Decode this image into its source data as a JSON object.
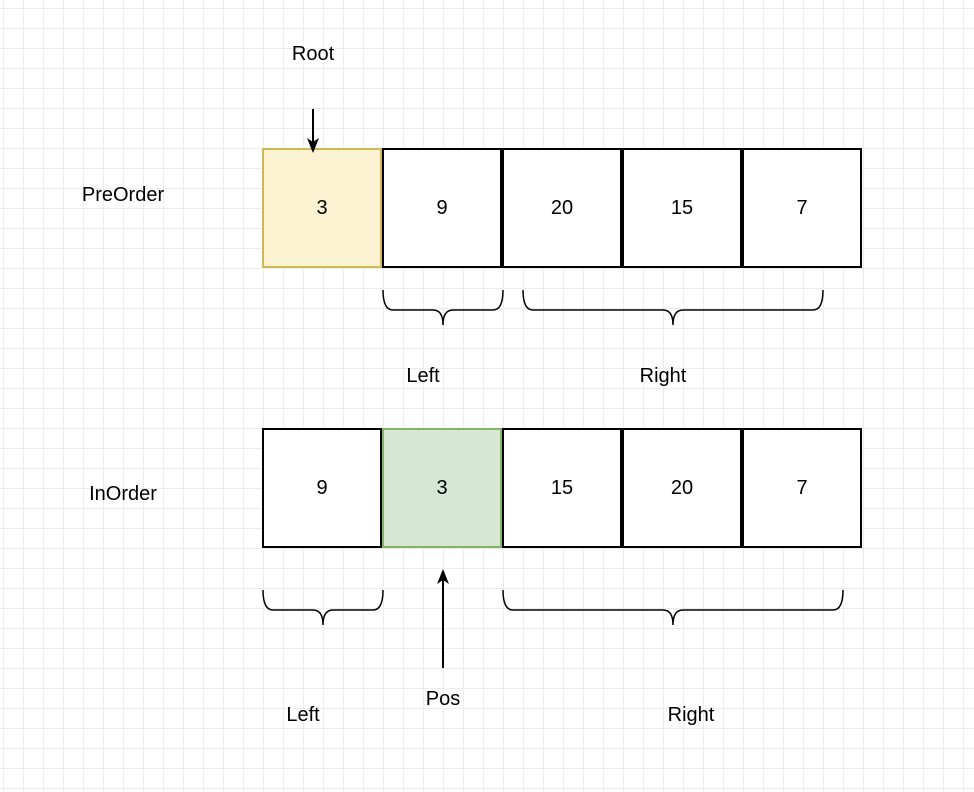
{
  "rows": {
    "preorder": {
      "label": "PreOrder",
      "cells": [
        "3",
        "9",
        "20",
        "15",
        "7"
      ]
    },
    "inorder": {
      "label": "InOrder",
      "cells": [
        "9",
        "3",
        "15",
        "20",
        "7"
      ]
    }
  },
  "annotations": {
    "root": "Root",
    "pos": "Pos",
    "preorder_left": "Left",
    "preorder_right": "Right",
    "inorder_left": "Left",
    "inorder_right": "Right"
  },
  "colors": {
    "root_fill": "#fbf2d1",
    "root_stroke": "#d1b757",
    "pos_fill": "#d6e8d4",
    "pos_stroke": "#82b366",
    "grid": "#ececec"
  }
}
